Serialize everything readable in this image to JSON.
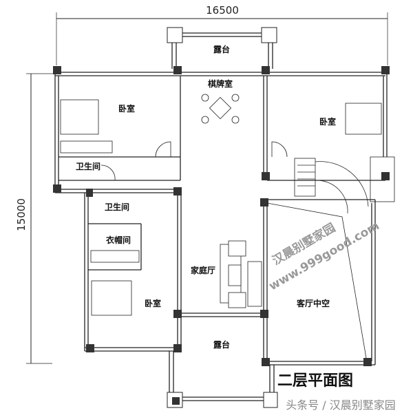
{
  "dimensions": {
    "width": "16500",
    "height": "15000"
  },
  "rooms": {
    "top_terrace": "露台",
    "chess_room": "棋牌室",
    "bedroom_left": "卧室",
    "bedroom_right": "卧室",
    "bathroom_upper": "卫生间",
    "bathroom_lower": "卫生间",
    "cloakroom": "衣帽间",
    "bedroom_lower": "卧室",
    "family_hall": "家庭厅",
    "living_void": "客厅中空",
    "bottom_terrace": "露台"
  },
  "title": "二层平面图",
  "watermark": {
    "brand": "汉晨别墅家园",
    "url": "www.999good.com",
    "credit": "头条号 / 汉晨别墅家园"
  }
}
